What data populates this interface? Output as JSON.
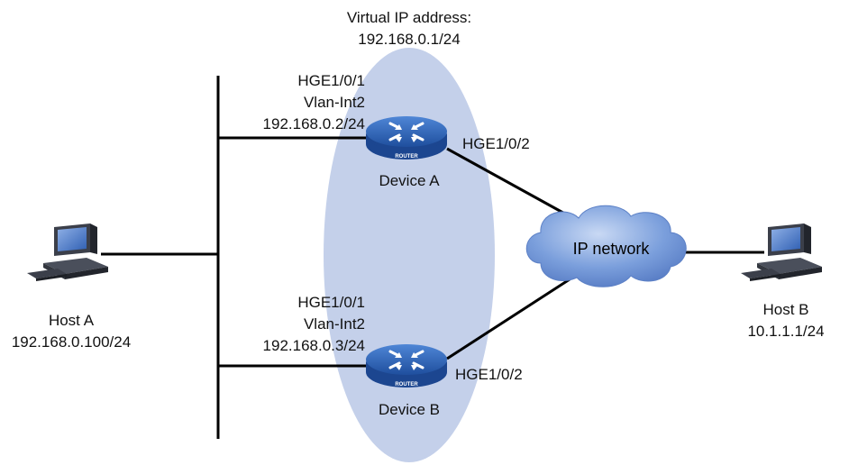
{
  "virtual_ip": {
    "title": "Virtual IP address:",
    "value": "192.168.0.1/24"
  },
  "device_a": {
    "name": "Device A",
    "router_badge": "ROUTER",
    "lan_port": "HGE1/0/1",
    "vlan": "Vlan-Int2",
    "ip": "192.168.0.2/24",
    "wan_port": "HGE1/0/2"
  },
  "device_b": {
    "name": "Device B",
    "router_badge": "ROUTER",
    "lan_port": "HGE1/0/1",
    "vlan": "Vlan-Int2",
    "ip": "192.168.0.3/24",
    "wan_port": "HGE1/0/2"
  },
  "host_a": {
    "name": "Host A",
    "ip": "192.168.0.100/24"
  },
  "host_b": {
    "name": "Host B",
    "ip": "10.1.1.1/24"
  },
  "cloud": {
    "label": "IP network"
  },
  "colors": {
    "vrrp_group": "#c4d0ea",
    "router_body": "#2456a6",
    "cloud_fill": "#6f95d6",
    "link": "#000000"
  }
}
